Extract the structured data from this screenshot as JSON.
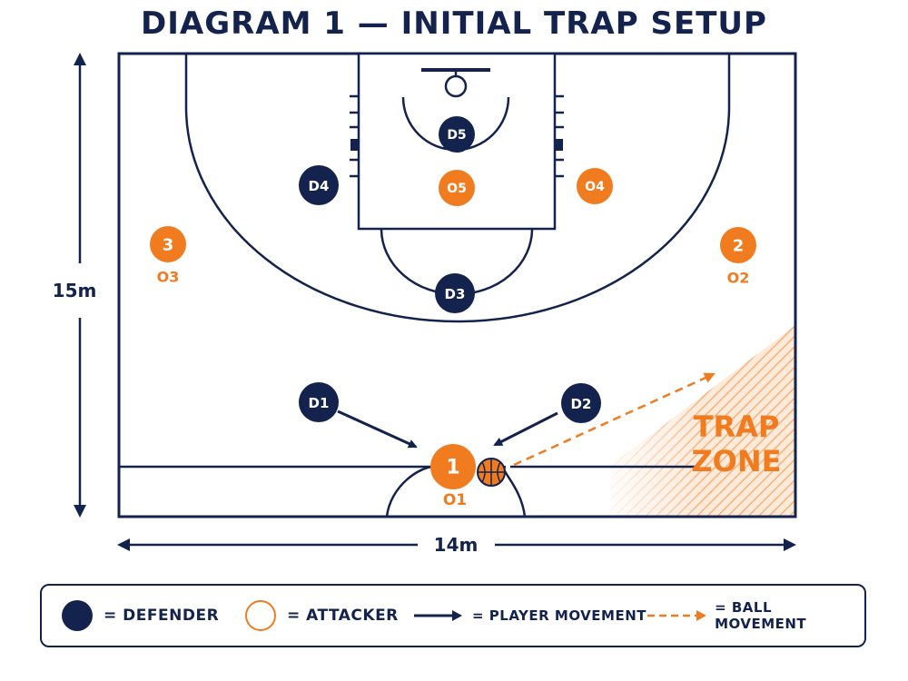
{
  "title": "DIAGRAM 1 — INITIAL TRAP SETUP",
  "colors": {
    "navy": "#13234e",
    "orange": "#f07c1f",
    "white": "#ffffff"
  },
  "dimensions": {
    "width_label": "14m",
    "height_label": "15m"
  },
  "defenders": [
    {
      "id": "d1",
      "label": "D1"
    },
    {
      "id": "d2",
      "label": "D2"
    },
    {
      "id": "d3",
      "label": "D3"
    },
    {
      "id": "d4",
      "label": "D4"
    },
    {
      "id": "d5",
      "label": "D5"
    }
  ],
  "attackers": [
    {
      "id": "a1",
      "number": "1",
      "label": "O1"
    },
    {
      "id": "a2",
      "number": "2",
      "label": "O2"
    },
    {
      "id": "a3",
      "number": "3",
      "label": "O3"
    },
    {
      "id": "a4",
      "label": "O4"
    },
    {
      "id": "a5",
      "label": "O5"
    }
  ],
  "trap_zone": {
    "line1": "TRAP",
    "line2": "ZONE"
  },
  "legend": {
    "defender": "= DEFENDER",
    "attacker": "= ATTACKER",
    "player_movement": "= PLAYER MOVEMENT",
    "ball_movement": "= BALL MOVEMENT"
  }
}
